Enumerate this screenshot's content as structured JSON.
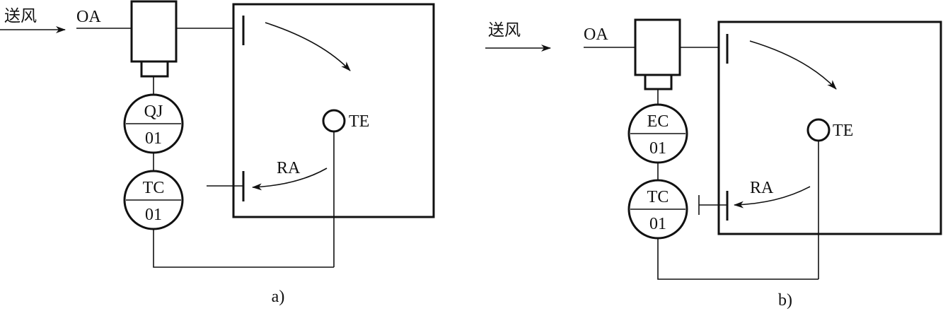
{
  "panel_a": {
    "supply_label": "送风",
    "outdoor_air_label": "OA",
    "top_controller": {
      "tag": "QJ",
      "number": "01"
    },
    "bottom_controller": {
      "tag": "TC",
      "number": "01"
    },
    "sensor_label": "TE",
    "return_air_label": "RA",
    "caption": "a)"
  },
  "panel_b": {
    "supply_label": "送风",
    "outdoor_air_label": "OA",
    "top_controller": {
      "tag": "EC",
      "number": "01"
    },
    "bottom_controller": {
      "tag": "TC",
      "number": "01"
    },
    "sensor_label": "TE",
    "return_air_label": "RA",
    "caption": "b)"
  }
}
